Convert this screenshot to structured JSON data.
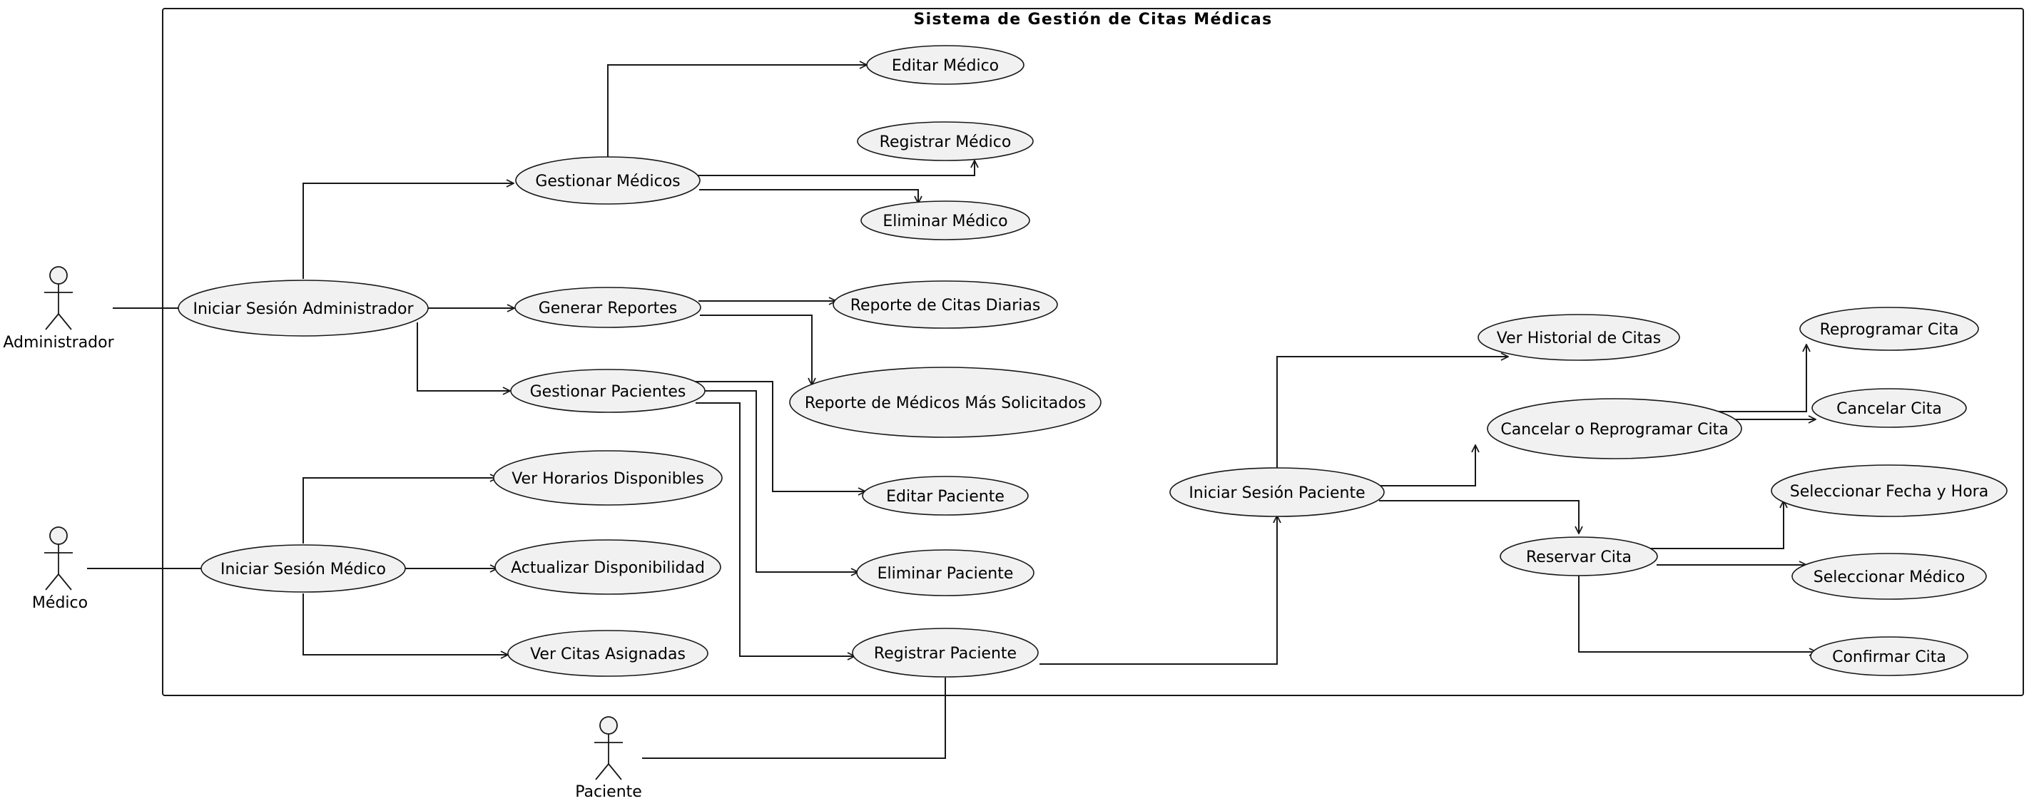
{
  "system": {
    "title": "Sistema de Gestión de Citas Médicas"
  },
  "actors": {
    "admin": "Administrador",
    "doctor": "Médico",
    "patient": "Paciente"
  },
  "usecases": {
    "login_admin": "Iniciar Sesión Administrador",
    "manage_doctors": "Gestionar Médicos",
    "edit_doctor": "Editar Médico",
    "register_doctor": "Registrar Médico",
    "delete_doctor": "Eliminar Médico",
    "generate_reports": "Generar Reportes",
    "report_daily": "Reporte de Citas Diarias",
    "report_top_doctors": "Reporte de Médicos Más Solicitados",
    "manage_patients": "Gestionar Pacientes",
    "edit_patient": "Editar Paciente",
    "delete_patient": "Eliminar Paciente",
    "register_patient": "Registrar Paciente",
    "login_doctor": "Iniciar Sesión Médico",
    "view_schedules": "Ver Horarios Disponibles",
    "update_availability": "Actualizar Disponibilidad",
    "view_assigned": "Ver Citas Asignadas",
    "login_patient": "Iniciar Sesión Paciente",
    "view_history": "Ver Historial de Citas",
    "cancel_reschedule": "Cancelar o Reprogramar Cita",
    "reschedule": "Reprogramar Cita",
    "cancel": "Cancelar Cita",
    "book": "Reservar Cita",
    "select_datetime": "Seleccionar Fecha y Hora",
    "select_doctor": "Seleccionar Médico",
    "confirm": "Confirmar Cita"
  }
}
